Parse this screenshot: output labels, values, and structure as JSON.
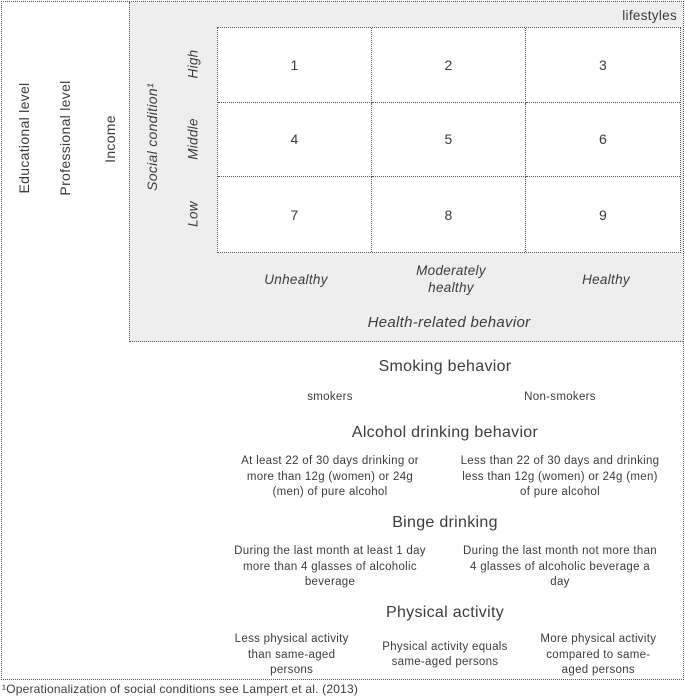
{
  "matrix_panel": {
    "corner_label": "lifestyles",
    "left_labels": [
      "Educational level",
      "Professional level",
      "Income"
    ],
    "y_axis_label": "Social condition¹",
    "row_labels": [
      "High",
      "Middle",
      "Low"
    ],
    "cells": [
      "1",
      "2",
      "3",
      "4",
      "5",
      "6",
      "7",
      "8",
      "9"
    ],
    "column_labels": [
      "Unhealthy",
      "Moderately\nhealthy",
      "Healthy"
    ],
    "x_axis_label": "Health-related behavior"
  },
  "behavior_sections": [
    {
      "title": "Smoking behavior",
      "items": [
        "smokers",
        "Non-smokers"
      ]
    },
    {
      "title": "Alcohol drinking behavior",
      "items": [
        "At least 22 of 30 days drinking or\nmore than 12g (women) or 24g\n(men) of pure alcohol",
        "Less than 22 of 30 days and drinking\nless than 12g (women) or 24g (men)\nof pure alcohol"
      ]
    },
    {
      "title": "Binge drinking",
      "items": [
        "During the last month at least 1 day\nmore than 4 glasses of alcoholic\nbeverage",
        "During the last month not more than\n4 glasses of alcoholic beverage a\nday"
      ]
    },
    {
      "title": "Physical activity",
      "items": [
        "Less physical activity\nthan same-aged\npersons",
        "Physical activity equals\nsame-aged persons",
        "More physical activity\ncompared to same-\naged persons"
      ]
    }
  ],
  "footnote": "¹Operationalization of social conditions see Lampert et al. (2013)",
  "colors": {
    "panel_bg": "#eeeeee",
    "figure_text": "#3c3c3c",
    "border": "#555555"
  }
}
